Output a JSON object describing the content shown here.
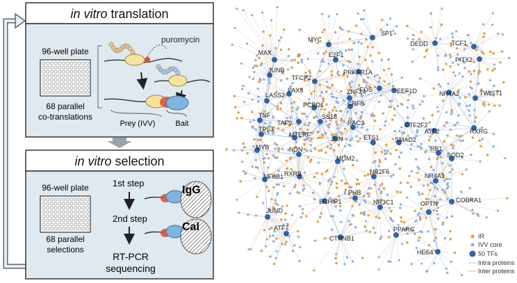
{
  "panels": {
    "translation": {
      "title_italic": "in vitro",
      "title_rest": " translation",
      "plate_label": "96-well plate",
      "parallel_label": [
        "68 parallel",
        "co-translations"
      ],
      "puromycin_label": "puromycin",
      "prey_label": "Prey (IVV)",
      "bait_label": "Bait"
    },
    "selection": {
      "title_italic": "in vitro",
      "title_rest": " selection",
      "plate_label": "96-well plate",
      "parallel_label": [
        "68 parallel",
        "selections"
      ],
      "step1_label": "1st step",
      "step2_label": "2nd step",
      "igg_label": "IgG",
      "cal_label": "Cal",
      "rtpcr_label": [
        "RT-PCR",
        "sequencing"
      ]
    }
  },
  "network": {
    "colors": {
      "ir": "#e69a3c",
      "ivv_core": "#8fb0df",
      "tf": "#2f63a8",
      "intra_edge": "#bcd0ec",
      "inter_edge": "#f0c9a0"
    },
    "tf_nodes": [
      "SP1",
      "MYC",
      "DEDD",
      "TCF1",
      "PITX2",
      "MAX",
      "E2F1",
      "PRKAR1A",
      "JUNB",
      "TFCP2",
      "FOS",
      "EEF1D",
      "NR4A2",
      "TWIST1",
      "PAX8",
      "ZNF24",
      "LASS2",
      "PCBD1",
      "CRFB",
      "TNF",
      "TAF9",
      "SS18",
      "RAC3",
      "GTF2F2",
      "ATF2",
      "RXRG",
      "TP53",
      "MTERF",
      "JUN",
      "ETS1",
      "SMAD2",
      "MYB",
      "NDN",
      "MDM2",
      "RB1",
      "SOD2",
      "NFKB1",
      "RXRB",
      "NR2F6",
      "NR4A1",
      "SCHIP1",
      "PHB",
      "COBRA1",
      "JUND",
      "NR3C1",
      "OPTN",
      "ATF7",
      "CTNNB1",
      "PPARG",
      "HES4"
    ],
    "legend": [
      {
        "key": "ir",
        "label": "IR"
      },
      {
        "key": "ivv",
        "label": "IVV core"
      },
      {
        "key": "tf",
        "label": "50 TFs"
      },
      {
        "key": "intra",
        "label": "Intra proteins"
      },
      {
        "key": "inter",
        "label": "Inter proteins"
      }
    ]
  }
}
